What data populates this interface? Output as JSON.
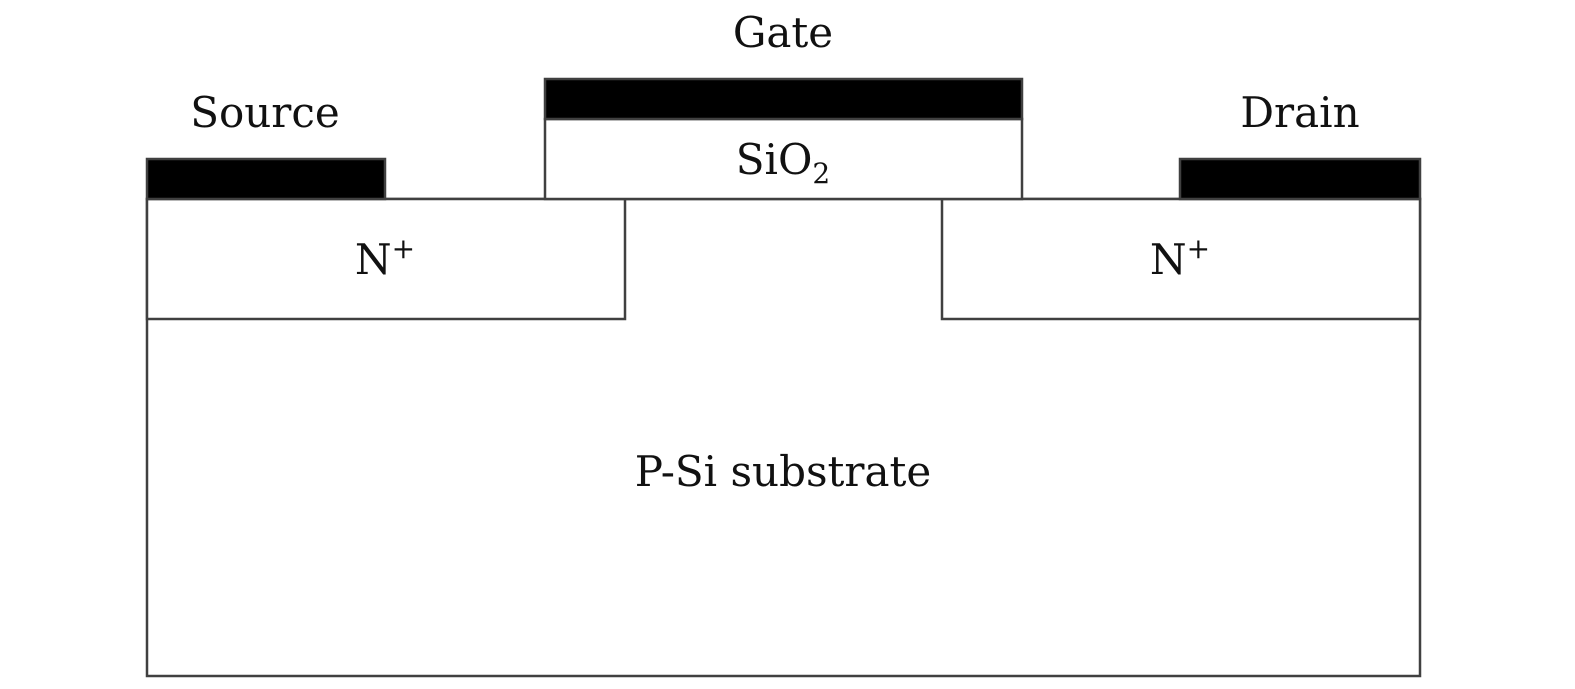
{
  "diagram": {
    "title": "MOSFET cross-section",
    "labels": {
      "gate": "Gate",
      "source": "Source",
      "drain": "Drain",
      "oxide_base": "SiO",
      "oxide_sub": "2",
      "n_plus_base": "N",
      "n_plus_sup": "+",
      "substrate": "P-Si substrate"
    },
    "colors": {
      "metal": "#000000",
      "outline": "#404040",
      "fill": "#ffffff"
    }
  }
}
